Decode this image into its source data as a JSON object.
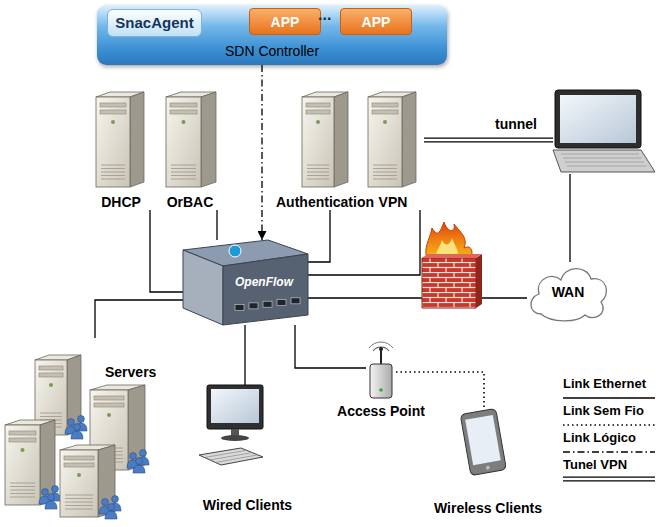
{
  "diagram": {
    "nodes": [
      {
        "text": [
          "SDN Controller"
        ]
      },
      {
        "text": [
          "SnacAgent"
        ],
        "in": 0
      },
      {
        "text": [
          "APP"
        ],
        "in": 0
      },
      {
        "text": [
          "APP"
        ],
        "in": 0
      },
      {
        "text": [
          "DHCP"
        ]
      },
      {
        "text": [
          "OrBAC"
        ]
      },
      {
        "text": [
          "Authentication"
        ]
      },
      {
        "text": [
          "VPN"
        ]
      },
      {
        "text": [
          "tunnel"
        ]
      },
      {
        "text": [
          "OpenFlow"
        ]
      },
      {
        "text": [
          "Servers"
        ]
      },
      {
        "text": [
          "WAN"
        ]
      },
      {
        "text": [
          "Wired Clients"
        ]
      },
      {
        "text": [
          "Access Point"
        ]
      },
      {
        "text": [
          "Wireless Clients"
        ]
      }
    ],
    "edges": [
      {
        "from": 0,
        "to": 9,
        "arrow": "to"
      },
      {
        "from": 4,
        "to": 9,
        "arrow": "none"
      },
      {
        "from": 5,
        "to": 9,
        "arrow": "none"
      },
      {
        "from": 6,
        "to": 9,
        "arrow": "none"
      },
      {
        "from": 7,
        "to": 9,
        "arrow": "none"
      },
      {
        "from": 7,
        "to": 8,
        "arrow": "none"
      },
      {
        "from": 9,
        "to": 11,
        "arrow": "none"
      },
      {
        "from": 8,
        "to": 11,
        "arrow": "none"
      },
      {
        "from": 9,
        "to": 10,
        "arrow": "none"
      },
      {
        "from": 9,
        "to": 12,
        "arrow": "none"
      },
      {
        "from": 9,
        "to": 13,
        "arrow": "none"
      },
      {
        "from": 13,
        "to": 14,
        "arrow": "none"
      }
    ],
    "labels": [
      "..."
    ],
    "legend": [
      {
        "text": "Link Ethernet"
      },
      {
        "text": "Link Sem Fio"
      },
      {
        "text": "Link Lógico"
      },
      {
        "text": "Tunel VPN"
      }
    ]
  }
}
